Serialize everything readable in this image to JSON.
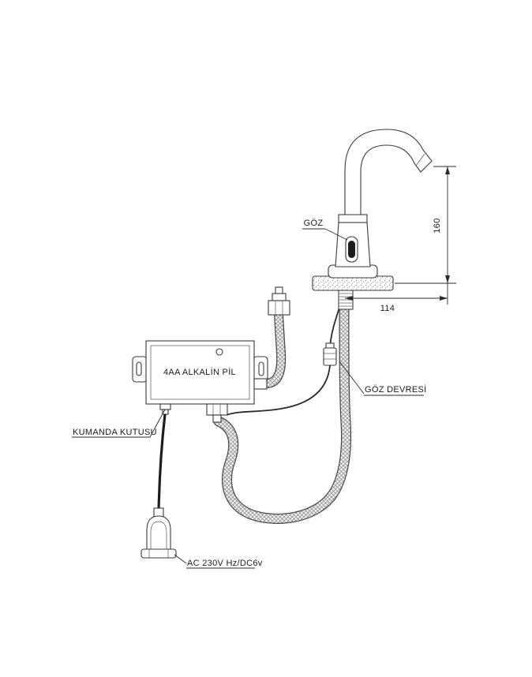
{
  "diagram": {
    "labels": {
      "sensor": "GÖZ",
      "sensor_circuit": "GÖZ DEVRESİ",
      "control_box": "KUMANDA KUTUSU",
      "battery": "4AA ALKALİN PİL",
      "power": "AC 230V Hz/DC6v"
    },
    "dimensions": {
      "height": "160",
      "width": "114"
    },
    "colors": {
      "line": "#3a3a3a",
      "text": "#1a1a1a",
      "background": "#ffffff"
    }
  }
}
